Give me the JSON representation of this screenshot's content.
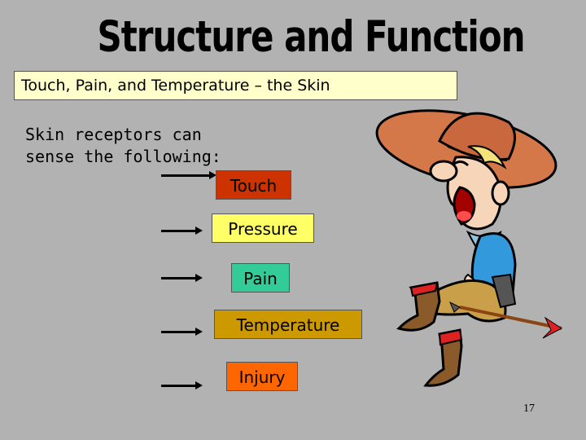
{
  "slide": {
    "title": "Structure and Function",
    "subtitle": "Touch, Pain, and Temperature – the Skin",
    "intro_line1": "Skin receptors can",
    "intro_line2": "sense the following:",
    "items": [
      {
        "label": "Touch",
        "color": "#cc3300"
      },
      {
        "label": "Pressure",
        "color": "#ffff66"
      },
      {
        "label": "Pain",
        "color": "#33cc99"
      },
      {
        "label": "Temperature",
        "color": "#cc9900"
      },
      {
        "label": "Injury",
        "color": "#ff6600"
      }
    ],
    "page_number": "17",
    "illustration": "cowboy-with-arrow"
  }
}
